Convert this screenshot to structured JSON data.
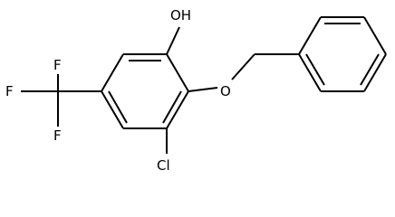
{
  "molecule": {
    "atoms": {
      "oh": "OH",
      "o_ether": "O",
      "cl": "Cl",
      "f_top": "F",
      "f_left": "F",
      "f_bottom": "F"
    },
    "colors": {
      "bond": "#000000",
      "text": "#000000",
      "background": "#ffffff"
    }
  }
}
